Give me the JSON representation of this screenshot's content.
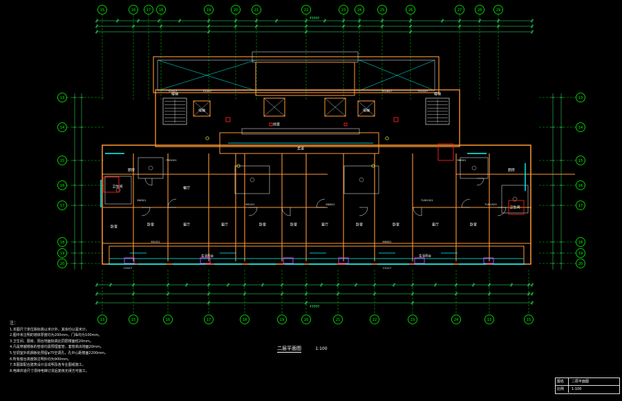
{
  "drawing": {
    "title": "二层平面图",
    "scale": "1:100",
    "colors": {
      "background": "#000000",
      "wall": "#ff9933",
      "axis": "#00ff00",
      "dimension": "#33ff66",
      "window": "#00ffff",
      "text": "#ffffff",
      "accent": "#ff2020",
      "magenta": "#ff33ff"
    },
    "axes_top": [
      "15",
      "16",
      "17",
      "18",
      "19",
      "20",
      "21",
      "22",
      "23",
      "24",
      "25",
      "26",
      "27",
      "28",
      "29"
    ],
    "axes_bottom": [
      "13",
      "15",
      "16",
      "17",
      "18",
      "19",
      "20",
      "21",
      "22",
      "23",
      "24"
    ],
    "axes_left": [
      "13",
      "14",
      "15",
      "16",
      "17",
      "18",
      "19",
      "20"
    ],
    "axes_right": [
      "13",
      "14",
      "15",
      "16",
      "17",
      "18",
      "19",
      "20"
    ],
    "overall_dim_top": "45000",
    "overall_dim_bottom": "45000",
    "rooms": [
      {
        "label": "卧室",
        "pos": "L1"
      },
      {
        "label": "客厅",
        "pos": "L2"
      },
      {
        "label": "卧室",
        "pos": "L3"
      },
      {
        "label": "餐厅",
        "pos": "L4"
      },
      {
        "label": "客厅",
        "pos": "C1"
      },
      {
        "label": "卧室",
        "pos": "C2"
      },
      {
        "label": "卧室",
        "pos": "C3"
      },
      {
        "label": "客厅",
        "pos": "C4"
      },
      {
        "label": "卧室",
        "pos": "C5"
      },
      {
        "label": "客厅",
        "pos": "R1"
      },
      {
        "label": "卧室",
        "pos": "R2"
      },
      {
        "label": "卧室",
        "pos": "R3"
      },
      {
        "label": "厨房",
        "pos": "K1"
      },
      {
        "label": "厨房",
        "pos": "K2"
      },
      {
        "label": "卫生间",
        "pos": "B1"
      },
      {
        "label": "卫生间",
        "pos": "B2"
      },
      {
        "label": "电梯",
        "pos": "E1"
      },
      {
        "label": "电梯",
        "pos": "E2"
      },
      {
        "label": "楼梯",
        "pos": "S1"
      },
      {
        "label": "楼梯",
        "pos": "S2"
      },
      {
        "label": "前室",
        "pos": "F1"
      },
      {
        "label": "走道",
        "pos": "H1"
      }
    ],
    "balcony_label": "生活阳台",
    "door_tags": [
      "M0921",
      "M1021",
      "M0821",
      "TLM1521",
      "TLM1523",
      "FM1021"
    ],
    "window_tags": [
      "C1517",
      "C1217",
      "TC1817",
      "TC1517"
    ]
  },
  "notes": {
    "heading": "注：",
    "lines": [
      "1.本图尺寸单位除标高以米计外，其余均以毫米计。",
      "2.图中未注明的墙体厚度均为200mm，门垛均为100mm。",
      "3.卫生间、厨房、阳台地面标高比同层楼面低20mm。",
      "4.凡是穿越楼板的管道均需预埋套管，套管高出地面20mm。",
      "5.空调室外机搁板处预留φ75空调孔，孔中心距楼面2200mm。",
      "6.所有窗台高度除注明外均为900mm。",
      "7.本图需配合建筑设计总说明及各专业图纸施工。",
      "8.电梯井道尺寸须待电梯订货后复核无误方可施工。"
    ]
  },
  "title_block": {
    "row1_label": "图名",
    "row1_value": "二层平面图",
    "row2_label": "比例",
    "row2_value": "1:100"
  }
}
